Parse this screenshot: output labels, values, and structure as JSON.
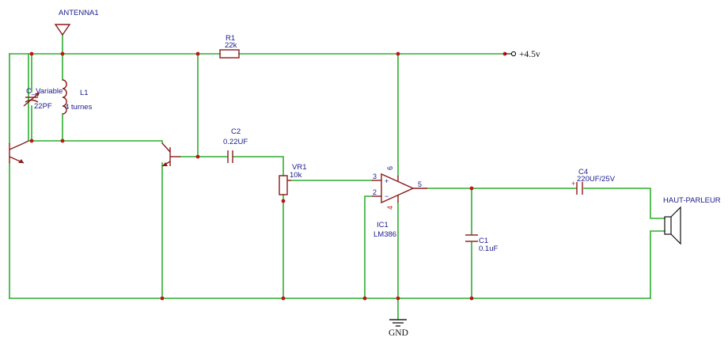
{
  "antenna": "ANTENNA1",
  "supply": "+4.5v",
  "ground": "GND",
  "cvar": {
    "name": "C_Variable",
    "value": "22PF"
  },
  "l1": {
    "name": "L1",
    "value": "4 turnes"
  },
  "r1": {
    "name": "R1",
    "value": "22k"
  },
  "c2": {
    "name": "C2",
    "value": "0.22UF"
  },
  "vr1": {
    "name": "VR1",
    "value": "10k"
  },
  "ic1": {
    "name": "IC1",
    "value": "LM386",
    "pin3": "3",
    "pin2": "2",
    "pin5": "5",
    "pin6": "6",
    "pin4": "4",
    "plus": "+",
    "minus": "−"
  },
  "c1": {
    "name": "C1",
    "value": "0.1uF"
  },
  "c4": {
    "name": "C4",
    "value": "220UF/25V",
    "plus": "+"
  },
  "speaker": "HAUT-PARLEUR",
  "colors": {
    "wire": "#2fae2f",
    "component": "#8b1a1a",
    "junction": "#c0141c",
    "label": "#1a1a8c"
  }
}
